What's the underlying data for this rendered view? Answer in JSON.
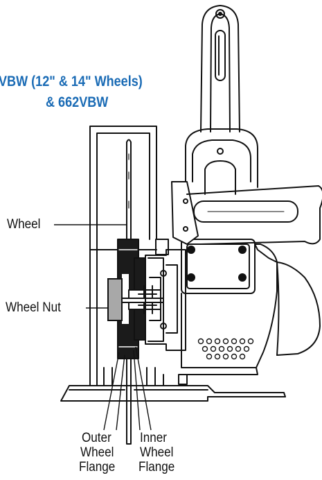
{
  "heading": {
    "line1": "VBW (12\" & 14\" Wheels)",
    "line2": "& 662VBW"
  },
  "labels": {
    "wheel": "Wheel",
    "wheel_nut": "Wheel Nut",
    "outer_flange": [
      "Outer",
      "Wheel",
      "Flange"
    ],
    "inner_flange": [
      "Inner",
      "Wheel",
      "Flange"
    ]
  },
  "colors": {
    "heading": "#1a6bb5",
    "line": "#111111",
    "nut": "#a8a8a8"
  }
}
